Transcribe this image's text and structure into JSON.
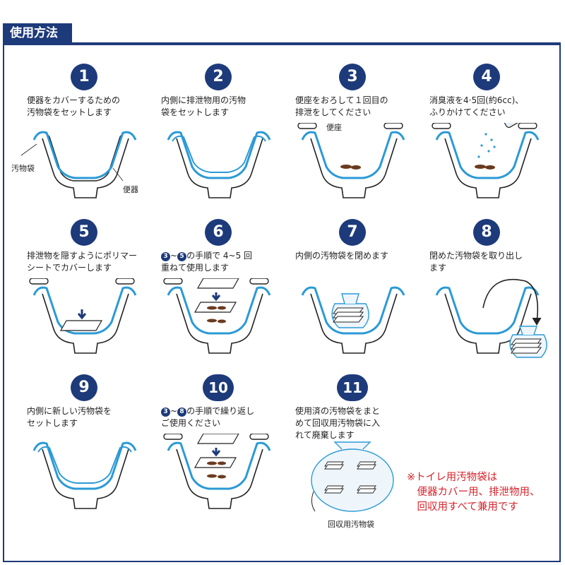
{
  "title": "使用方法",
  "steps": [
    {
      "num": "1",
      "text": "便器をカバーするための\n汚物袋をセットします"
    },
    {
      "num": "2",
      "text": "内側に排泄物用の汚物\n袋をセットします"
    },
    {
      "num": "3",
      "text": "便座をおろして１回目の\n排泄をしてください"
    },
    {
      "num": "4",
      "text": "消臭液を4·5回(約6cc)、\nふりかけてください"
    },
    {
      "num": "5",
      "text": "排泄物を隠すようにポリマー\nシートでカバーします"
    },
    {
      "num": "6",
      "ref_a": "3",
      "ref_b": "5",
      "text": "の手順で 4~5 回\n重ねて使用します"
    },
    {
      "num": "7",
      "text": "内側の汚物袋を閉めます"
    },
    {
      "num": "8",
      "text": "閉めた汚物袋を取り出し\nます"
    },
    {
      "num": "9",
      "text": "内側に新しい汚物袋を\nセットします"
    },
    {
      "num": "10",
      "ref_a": "3",
      "ref_b": "8",
      "text": "の手順で繰り返し\nご使用ください"
    },
    {
      "num": "11",
      "text": "使用済の汚物袋をまと\nめて回収用汚物袋に入\nれて廃棄します"
    }
  ],
  "labels": {
    "bag": "汚物袋",
    "toilet": "便器",
    "seat": "便座",
    "collection_bag": "回収用汚物袋"
  },
  "tilde": "~",
  "note": "※トイレ用汚物袋は\n　便器カバー用、排泄物用、\n　回収用すべて兼用です",
  "colors": {
    "navy": "#1d3a7a",
    "bag_blue": "#2b9ad6",
    "note_red": "#d8232a",
    "waste": "#6b3a1e"
  }
}
